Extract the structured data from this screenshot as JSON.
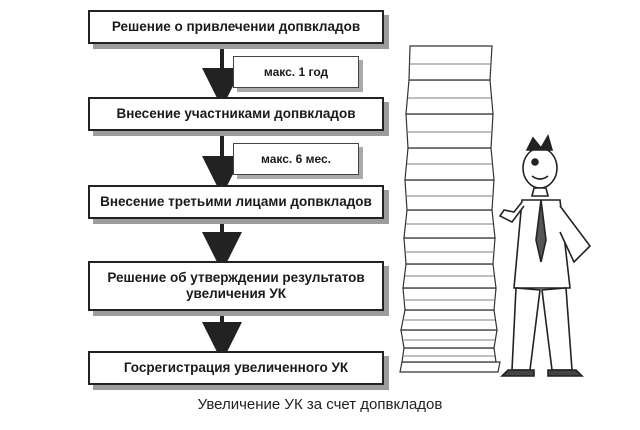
{
  "steps": [
    {
      "text": "Решение о привлечении допвкладов"
    },
    {
      "text": "Внесение участниками допвкладов"
    },
    {
      "text": "Внесение третьими лицами допвкладов"
    },
    {
      "line1": "Решение об утверждении результатов",
      "line2": "увеличения УК"
    },
    {
      "text": "Госрегистрация увеличенного УК"
    }
  ],
  "durations": [
    "макс. 1 год",
    "макс. 6 мес."
  ],
  "caption": "Увеличение УК за счет допвкладов"
}
